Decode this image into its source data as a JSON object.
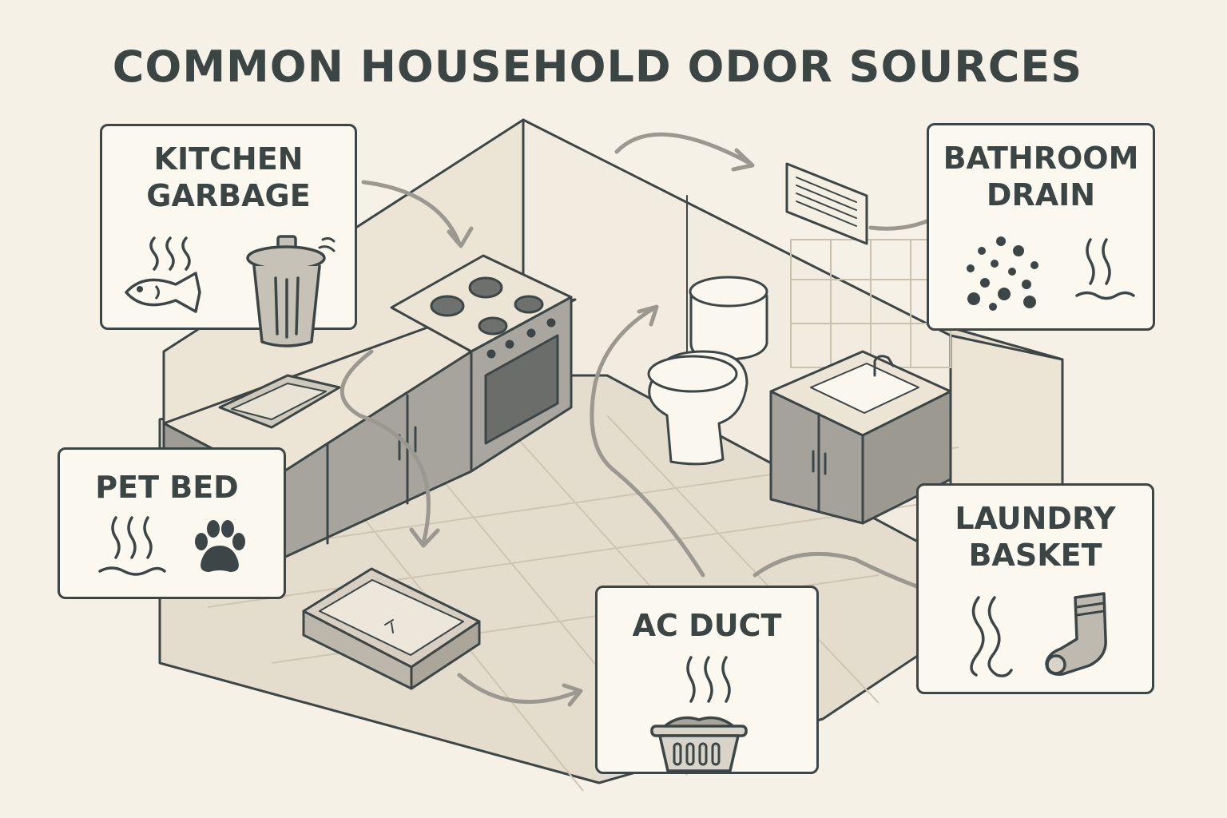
{
  "title": "COMMON HOUSEHOLD ODOR SOURCES",
  "cards": {
    "kitchen": {
      "line1": "KITCHEN",
      "line2": "GARBAGE",
      "icons": [
        "odor-waves-icon",
        "fish-icon",
        "trash-can-icon"
      ]
    },
    "bathroom": {
      "line1": "BATHROOM",
      "line2": "DRAIN",
      "icons": [
        "spore-dots-icon",
        "odor-waves-icon"
      ]
    },
    "pet": {
      "line1": "PET BED",
      "icons": [
        "odor-waves-icon",
        "paw-print-icon"
      ]
    },
    "laundry": {
      "line1": "LAUNDRY",
      "line2": "BASKET",
      "icons": [
        "odor-waves-icon",
        "sock-icon"
      ]
    },
    "ac": {
      "line1": "AC DUCT",
      "icons": [
        "odor-waves-icon",
        "laundry-basket-icon"
      ]
    }
  },
  "colors": {
    "ink": "#3d4646",
    "background": "#f6f1e6",
    "floor": "#e4dccd",
    "wall": "#ede6d8",
    "cabinet": "#a5a29b",
    "card": "#fbf8f0"
  }
}
